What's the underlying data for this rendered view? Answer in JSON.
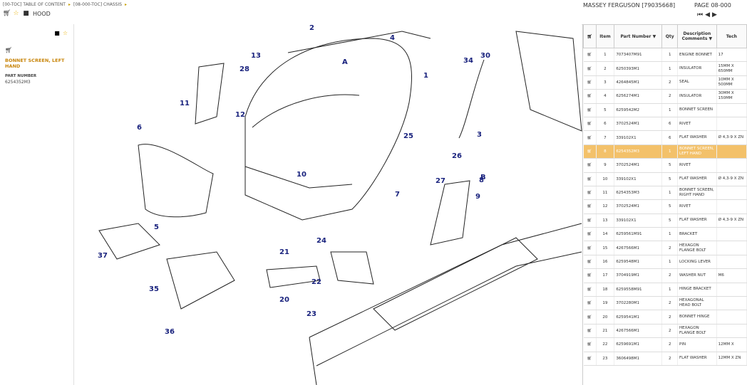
{
  "breadcrumb": {
    "toc": "[00-TOC] TABLE OF CONTENT",
    "chassis": "[08-000-TOC] CHASSIS"
  },
  "section": {
    "title": "HOOD"
  },
  "header": {
    "brand": "MASSEY FERGUSON [79035668]",
    "page": "PAGE 08-000"
  },
  "selected_part": {
    "title": "BONNET SCREEN, LEFT HAND",
    "part_number_label": "PART NUMBER",
    "part_number": "6254352M3"
  },
  "table": {
    "headers": {
      "item": "Item",
      "part": "Part Number",
      "qty": "Qty",
      "desc": "Description",
      "comments": "Comments",
      "tech": "Tech"
    },
    "rows": [
      {
        "item": "1",
        "part": "7073407M91",
        "qty": "1",
        "desc": "ENGINE BONNET",
        "tech": "17"
      },
      {
        "item": "2",
        "part": "6250393M1",
        "qty": "1",
        "desc": "INSULATOR",
        "tech": "15MM X 650MM"
      },
      {
        "item": "3",
        "part": "4264845M1",
        "qty": "2",
        "desc": "SEAL",
        "tech": "10MM X 500MM"
      },
      {
        "item": "4",
        "part": "6256274M1",
        "qty": "2",
        "desc": "INSULATOR",
        "tech": "30MM X 150MM"
      },
      {
        "item": "5",
        "part": "6259542M2",
        "qty": "1",
        "desc": "BONNET SCREEN",
        "tech": ""
      },
      {
        "item": "6",
        "part": "3702524M1",
        "qty": "6",
        "desc": "RIVET",
        "tech": ""
      },
      {
        "item": "7",
        "part": "339102X1",
        "qty": "6",
        "desc": "FLAT WASHER",
        "tech": "Ø 4,3-9 X ZN"
      },
      {
        "item": "8",
        "part": "6254352M3",
        "qty": "1",
        "desc": "BONNET SCREEN, LEFT HAND",
        "tech": ""
      },
      {
        "item": "9",
        "part": "3702524M1",
        "qty": "5",
        "desc": "RIVET",
        "tech": ""
      },
      {
        "item": "10",
        "part": "339102X1",
        "qty": "5",
        "desc": "FLAT WASHER",
        "tech": "Ø 4,3-9 X ZN"
      },
      {
        "item": "11",
        "part": "6254353M3",
        "qty": "1",
        "desc": "BONNET SCREEN, RIGHT HAND",
        "tech": ""
      },
      {
        "item": "12",
        "part": "3702524M1",
        "qty": "5",
        "desc": "RIVET",
        "tech": ""
      },
      {
        "item": "13",
        "part": "339102X1",
        "qty": "5",
        "desc": "FLAT WASHER",
        "tech": "Ø 4,3-9 X ZN"
      },
      {
        "item": "14",
        "part": "6259561M91",
        "qty": "1",
        "desc": "BRACKET",
        "tech": ""
      },
      {
        "item": "15",
        "part": "4267566M1",
        "qty": "2",
        "desc": "HEXAGON FLANGE BOLT",
        "tech": ""
      },
      {
        "item": "16",
        "part": "6259548M1",
        "qty": "1",
        "desc": "LOCKING LEVER",
        "tech": ""
      },
      {
        "item": "17",
        "part": "3704919M1",
        "qty": "2",
        "desc": "WASHER NUT",
        "tech": "M6"
      },
      {
        "item": "18",
        "part": "6259558M91",
        "qty": "1",
        "desc": "HINGE BRACKET",
        "tech": ""
      },
      {
        "item": "19",
        "part": "3702280M1",
        "qty": "2",
        "desc": "HEXAGONAL HEAD BOLT",
        "tech": ""
      },
      {
        "item": "20",
        "part": "6259541M1",
        "qty": "2",
        "desc": "BONNET HINGE",
        "tech": ""
      },
      {
        "item": "21",
        "part": "4267566M1",
        "qty": "2",
        "desc": "HEXAGON FLANGE BOLT",
        "tech": ""
      },
      {
        "item": "22",
        "part": "6259691M1",
        "qty": "2",
        "desc": "PIN",
        "tech": "12MM X"
      },
      {
        "item": "23",
        "part": "3606498M1",
        "qty": "2",
        "desc": "FLAT WASHER",
        "tech": "12MM X ZN"
      }
    ]
  },
  "diagram": {
    "callouts": [
      "1",
      "2",
      "3",
      "4",
      "5",
      "6",
      "7",
      "8",
      "9",
      "10",
      "11",
      "12",
      "13",
      "20",
      "21",
      "22",
      "23",
      "24",
      "25",
      "26",
      "27",
      "28",
      "30",
      "34",
      "35",
      "36",
      "37",
      "A",
      "B"
    ]
  }
}
